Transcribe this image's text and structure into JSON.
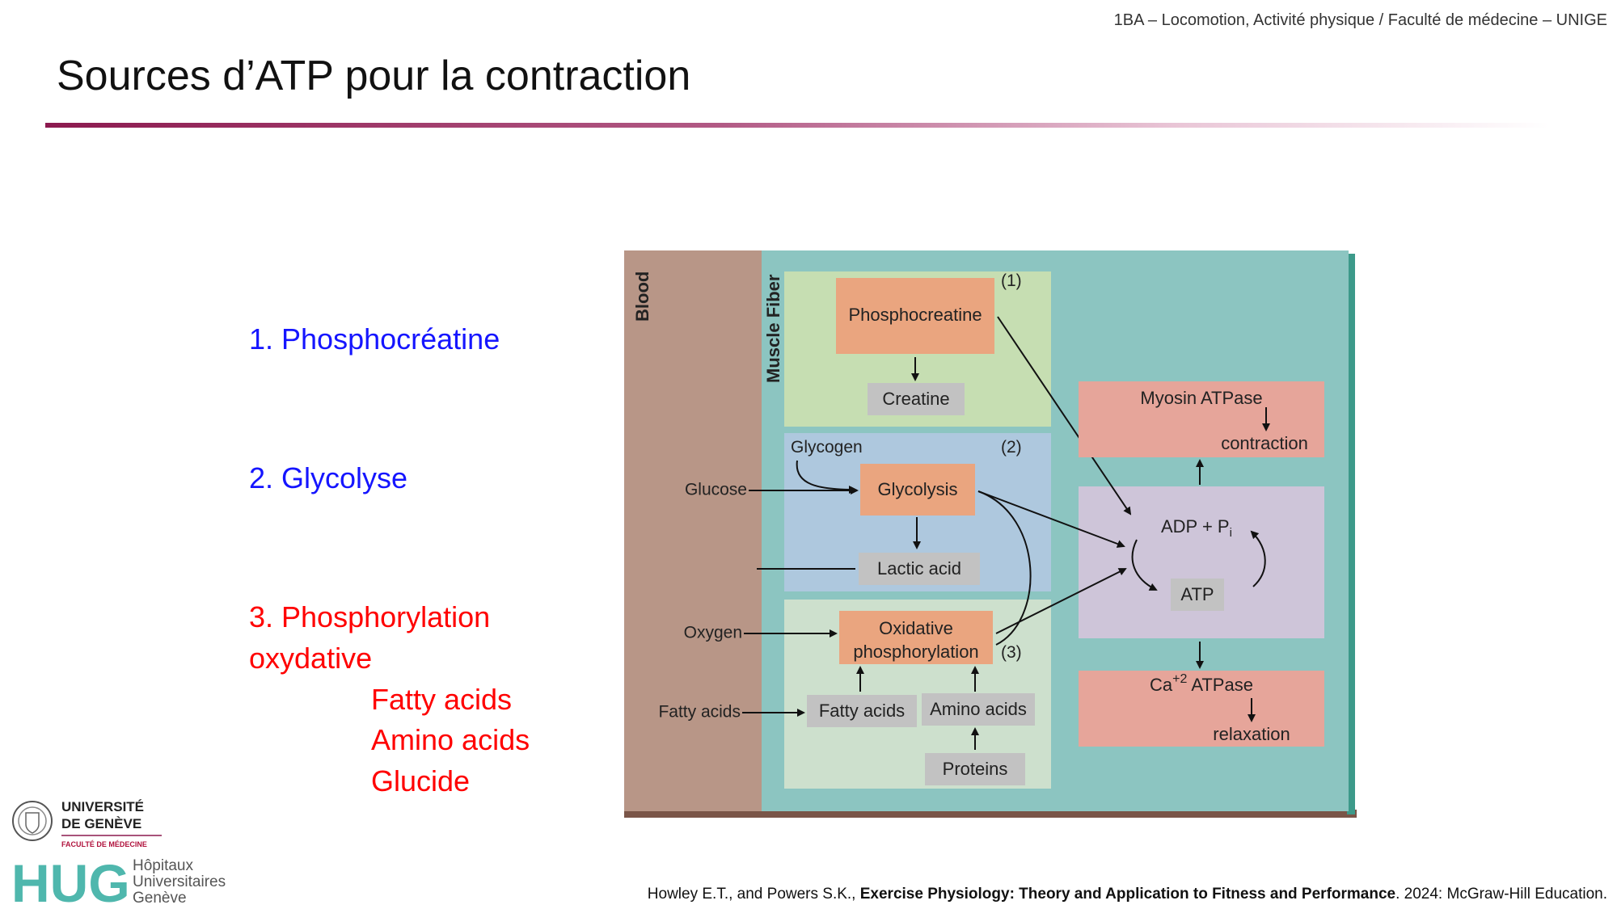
{
  "header": {
    "course": "1BA – Locomotion, Activité physique / Faculté de médecine – UNIGE",
    "title": "Sources d’ATP pour la contraction"
  },
  "sources": {
    "item1": "1. Phosphocréatine",
    "item2": "2. Glycolyse",
    "item3_line1": "3. Phosphorylation",
    "item3_line2": "oxydative",
    "sub1": "Fatty acids",
    "sub2": "Amino acids",
    "sub3": "Glucide"
  },
  "diagram": {
    "blood_label": "Blood",
    "fiber_label": "Muscle Fiber",
    "num1": "(1)",
    "num2": "(2)",
    "num3": "(3)",
    "phosphocreatine": "Phosphocreatine",
    "creatine": "Creatine",
    "glycogen": "Glycogen",
    "glycolysis": "Glycolysis",
    "glucose": "Glucose",
    "lactic_acid": "Lactic acid",
    "oxygen": "Oxygen",
    "oxidative_line1": "Oxidative",
    "oxidative_line2": "phosphorylation",
    "fatty_acids_blood": "Fatty acids",
    "fatty_acids": "Fatty acids",
    "amino_acids": "Amino acids",
    "proteins": "Proteins",
    "myosin_atpase": "Myosin ATPase",
    "contraction": "contraction",
    "adp_pi": "ADP + P",
    "adp_pi_sub": "i",
    "atp": "ATP",
    "ca": "Ca",
    "ca_sup": "+2",
    "ca_atpase": " ATPase",
    "relaxation": "relaxation"
  },
  "logos": {
    "unige_line1": "UNIVERSITÉ",
    "unige_line2": "DE GENÈVE",
    "unige_faculty": "FACULTÉ DE MÉDECINE",
    "hug_letters": "HUG",
    "hug_line1": "Hôpitaux",
    "hug_line2": "Universitaires",
    "hug_line3": "Genève"
  },
  "credit": {
    "authors": "Howley E.T., and Powers S.K., ",
    "book": "Exercise Physiology: Theory and Application to Fitness and Performance",
    "rest": ". 2024: McGraw-Hill Education."
  },
  "colors": {
    "title_rule": "#8c1a4f",
    "blue_text": "#1515ff",
    "red_text": "#ff0000",
    "blood": "#b89687",
    "fiber": "#8cc5c1",
    "zone1": "#c6deb2",
    "zone2": "#aec8de",
    "zone3": "#cde0cd",
    "atp_zone": "#cec5d9",
    "orange_box": "#eaa57f",
    "gray_box": "#c2c2c2",
    "pink_box": "#e6a59a"
  }
}
